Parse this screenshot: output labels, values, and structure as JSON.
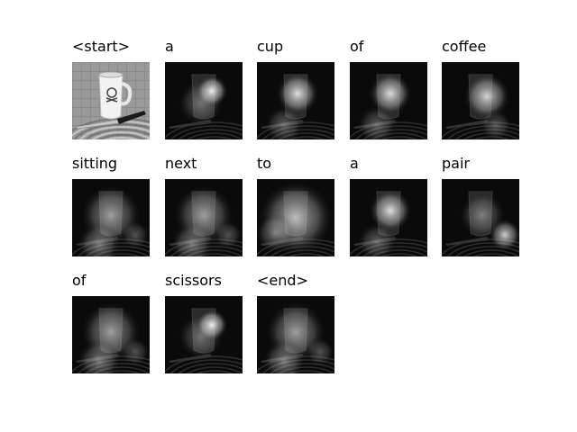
{
  "panels": [
    {
      "word": "<start>",
      "focus": "photo"
    },
    {
      "word": "a",
      "focus": "mug-top"
    },
    {
      "word": "cup",
      "focus": "mug"
    },
    {
      "word": "of",
      "focus": "mug"
    },
    {
      "word": "coffee",
      "focus": "mug-right"
    },
    {
      "word": "sitting",
      "focus": "diffuse"
    },
    {
      "word": "next",
      "focus": "diffuse"
    },
    {
      "word": "to",
      "focus": "wide"
    },
    {
      "word": "a",
      "focus": "mug"
    },
    {
      "word": "pair",
      "focus": "bottom-right"
    },
    {
      "word": "of",
      "focus": "diffuse"
    },
    {
      "word": "scissors",
      "focus": "mug-top"
    },
    {
      "word": "<end>",
      "focus": "diffuse"
    }
  ]
}
